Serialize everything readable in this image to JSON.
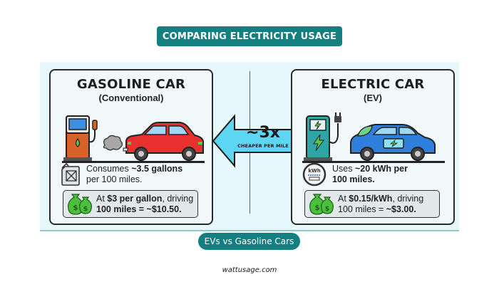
{
  "title": "COMPARING ELECTRICITY USAGE",
  "gasoline": {
    "heading": "GASOLINE CAR",
    "subheading": "(Conventional)",
    "consumption_prefix": "Consumes ",
    "consumption_bold": "~3.5 gallons",
    "consumption_suffix": "per 100 miles.",
    "cost_prefix": "At ",
    "cost_bold": "$3 per gallon",
    "cost_mid": ", driving",
    "cost_line2": "100 miles = ~$10.50."
  },
  "electric": {
    "heading": "ELECTRIC CAR",
    "subheading": "(EV)",
    "consumption_prefix": "Uses ",
    "consumption_bold": "~20 kWh per",
    "consumption_line2": "100 miles.",
    "meter_label": "kWh",
    "cost_prefix": "At ",
    "cost_bold": "$0.15/kWh",
    "cost_mid": ", driving",
    "cost_line2_prefix": "100 miles = ",
    "cost_line2_bold": "~$3.00."
  },
  "comparison": {
    "multiplier": "~3x",
    "label": "CHEAPER PER MILE"
  },
  "caption": "EVs vs Gasoline Cars",
  "site": "wattusage.com",
  "colors": {
    "teal": "#137f80",
    "panel_bg": "#e6f8fb",
    "gas_car": "#e8302f",
    "ev_car": "#2f7fdc",
    "arrow": "#5cd6f2",
    "money": "#4bc13b"
  }
}
